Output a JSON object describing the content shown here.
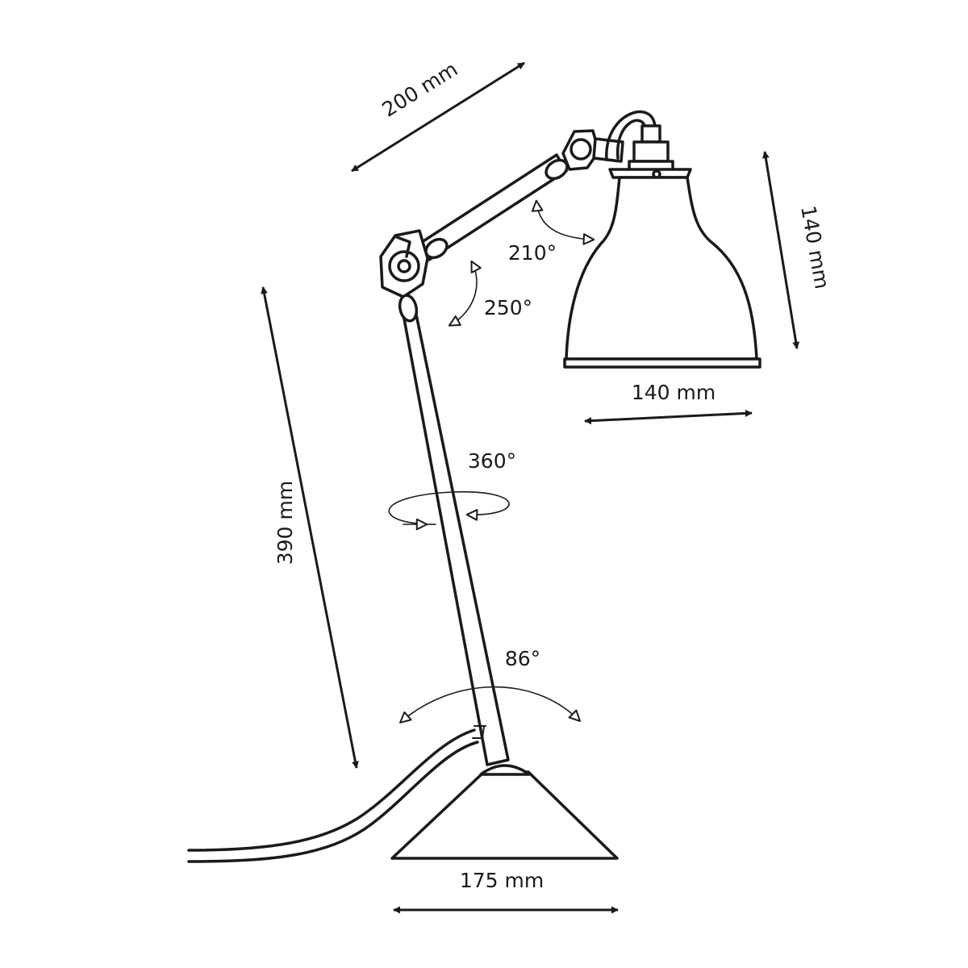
{
  "dimensions": {
    "arm_length": "200 mm",
    "shade_height": "140 mm",
    "shade_width": "140 mm",
    "stem_height": "390 mm",
    "base_width": "175 mm"
  },
  "rotations": {
    "shade_joint": "210°",
    "elbow_joint": "250°",
    "stem_swivel": "360°",
    "base_tilt": "86°"
  },
  "colors": {
    "line": "#1a1a1a",
    "background": "#ffffff"
  }
}
